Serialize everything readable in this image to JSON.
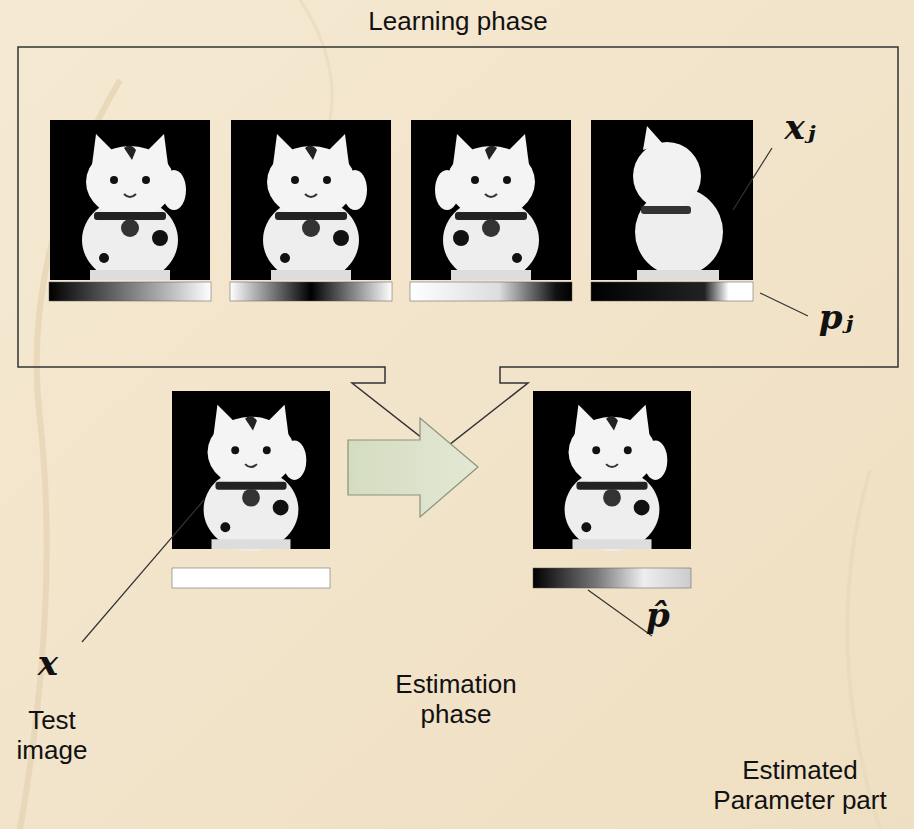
{
  "diagram": {
    "nodes": [
      {
        "text": [
          "Learning phase"
        ]
      }
    ],
    "labels": [
      "xⱼ",
      "pⱼ",
      "x",
      "Test image",
      "Estimation phase",
      "p̂",
      "Estimated Parameter part"
    ]
  }
}
